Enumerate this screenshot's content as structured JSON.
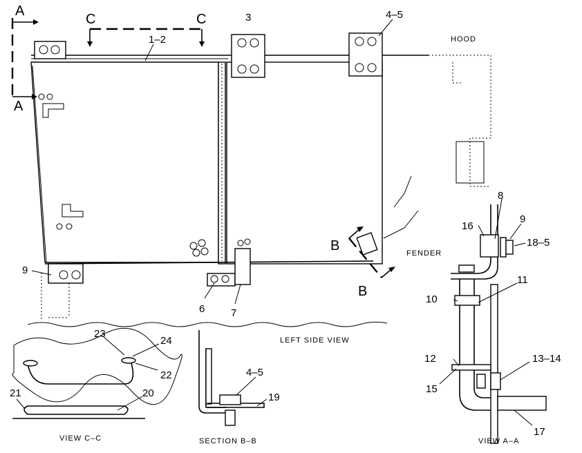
{
  "view_markers": {
    "a_top": "A",
    "a_bottom": "A",
    "c_left": "C",
    "c_right": "C",
    "b_top": "B",
    "b_bottom": "B"
  },
  "callouts": {
    "c1_2": "1–2",
    "c3": "3",
    "c4_5_top": "4–5",
    "c9_left": "9",
    "c6": "6",
    "c7": "7",
    "c16": "16",
    "c8": "8",
    "c9_right": "9",
    "c18_5": "18–5",
    "c10": "10",
    "c11": "11",
    "c12": "12",
    "c13_14": "13–14",
    "c15": "15",
    "c17": "17",
    "c23": "23",
    "c24": "24",
    "c22": "22",
    "c21": "21",
    "c20": "20",
    "c4_5_section": "4–5",
    "c19": "19"
  },
  "captions": {
    "hood": "HOOD",
    "fender": "FENDER",
    "left_side_view": "LEFT SIDE VIEW",
    "view_cc": "VIEW C–C",
    "section_bb": "SECTION B–B",
    "view_aa": "VIEW A–A"
  }
}
